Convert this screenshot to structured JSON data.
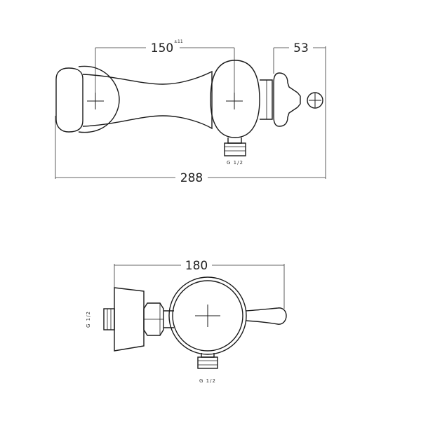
{
  "top_view": {
    "dim_spacing": "150",
    "dim_spacing_tolerance": "±11",
    "dim_depth": "53",
    "dim_total": "288",
    "thread_label": "G 1/2"
  },
  "bottom_view": {
    "dim_width": "180",
    "thread_label_side": "G 1/2",
    "thread_label_bottom": "G 1/2"
  }
}
